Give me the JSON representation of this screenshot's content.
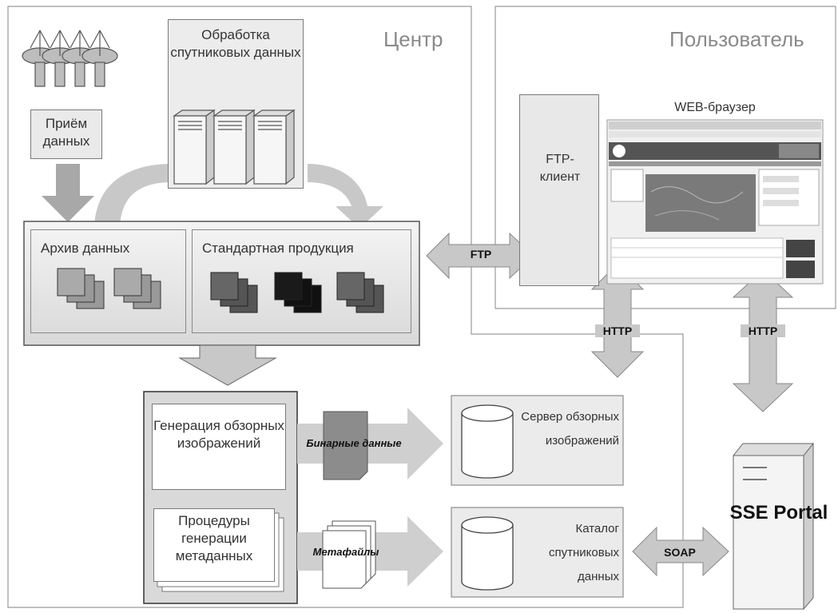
{
  "regions": {
    "center": "Центр",
    "user": "Пользователь"
  },
  "receive": {
    "label": "Приём данных"
  },
  "processing": {
    "label": "Обработка спутниковых данных"
  },
  "archive": {
    "label": "Архив данных"
  },
  "standard": {
    "label": "Стандартная продукция"
  },
  "ftp_client": {
    "label": "FTP-клиент"
  },
  "web_browser": {
    "label": "WEB-браузер"
  },
  "preview_gen": {
    "label": "Генерация обзорных изображений"
  },
  "meta_gen": {
    "label": "Процедуры генерации метаданных"
  },
  "preview_server": {
    "label": "Сервер обзорных изображений"
  },
  "catalog": {
    "label": "Каталог спутниковых данных"
  },
  "portal": {
    "label": "SSE Portal"
  },
  "arrows": {
    "ftp": "FTP",
    "http1": "HTTP",
    "http2": "HTTP",
    "soap": "SOAP",
    "binary": "Бинарные данные",
    "metafiles": "Метафайлы"
  }
}
